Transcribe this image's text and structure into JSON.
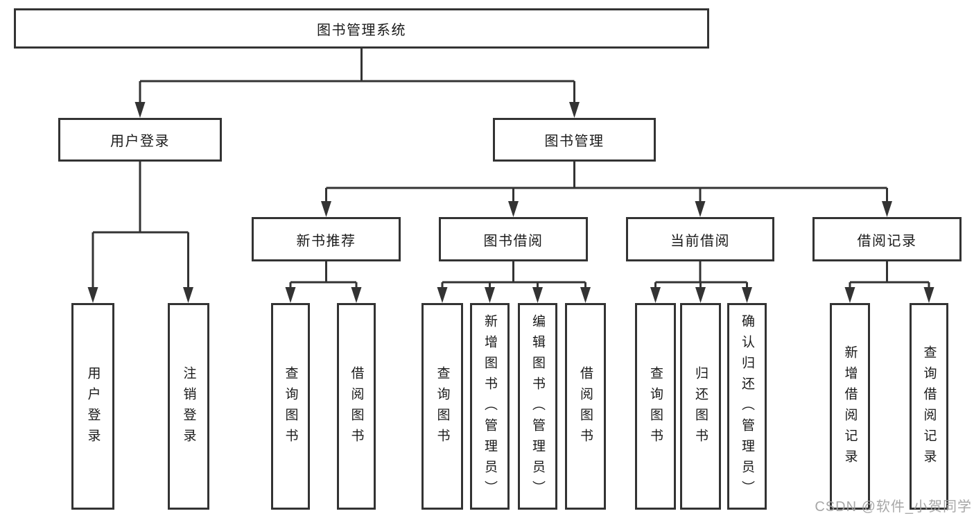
{
  "tree": {
    "root": {
      "label": "图书管理系统"
    },
    "level2": [
      {
        "label": "用户登录",
        "children": [
          {
            "label": "用户登录"
          },
          {
            "label": "注销登录"
          }
        ]
      },
      {
        "label": "图书管理",
        "children": [
          {
            "label": "新书推荐",
            "children": [
              {
                "label": "查询图书"
              },
              {
                "label": "借阅图书"
              }
            ]
          },
          {
            "label": "图书借阅",
            "children": [
              {
                "label": "查询图书"
              },
              {
                "label": "新增图书（管理员）"
              },
              {
                "label": "编辑图书（管理员）"
              },
              {
                "label": "借阅图书"
              }
            ]
          },
          {
            "label": "当前借阅",
            "children": [
              {
                "label": "查询图书"
              },
              {
                "label": "归还图书"
              },
              {
                "label": "确认归还（管理员）"
              }
            ]
          },
          {
            "label": "借阅记录",
            "children": [
              {
                "label": "新增借阅记录"
              },
              {
                "label": "查询借阅记录"
              }
            ]
          }
        ]
      }
    ]
  },
  "watermark": {
    "text": "CSDN @软件_小贺同学"
  },
  "colors": {
    "line": "#333333",
    "text": "#1a1a1a",
    "watermark": "#a0a0a0",
    "background": "#ffffff"
  }
}
